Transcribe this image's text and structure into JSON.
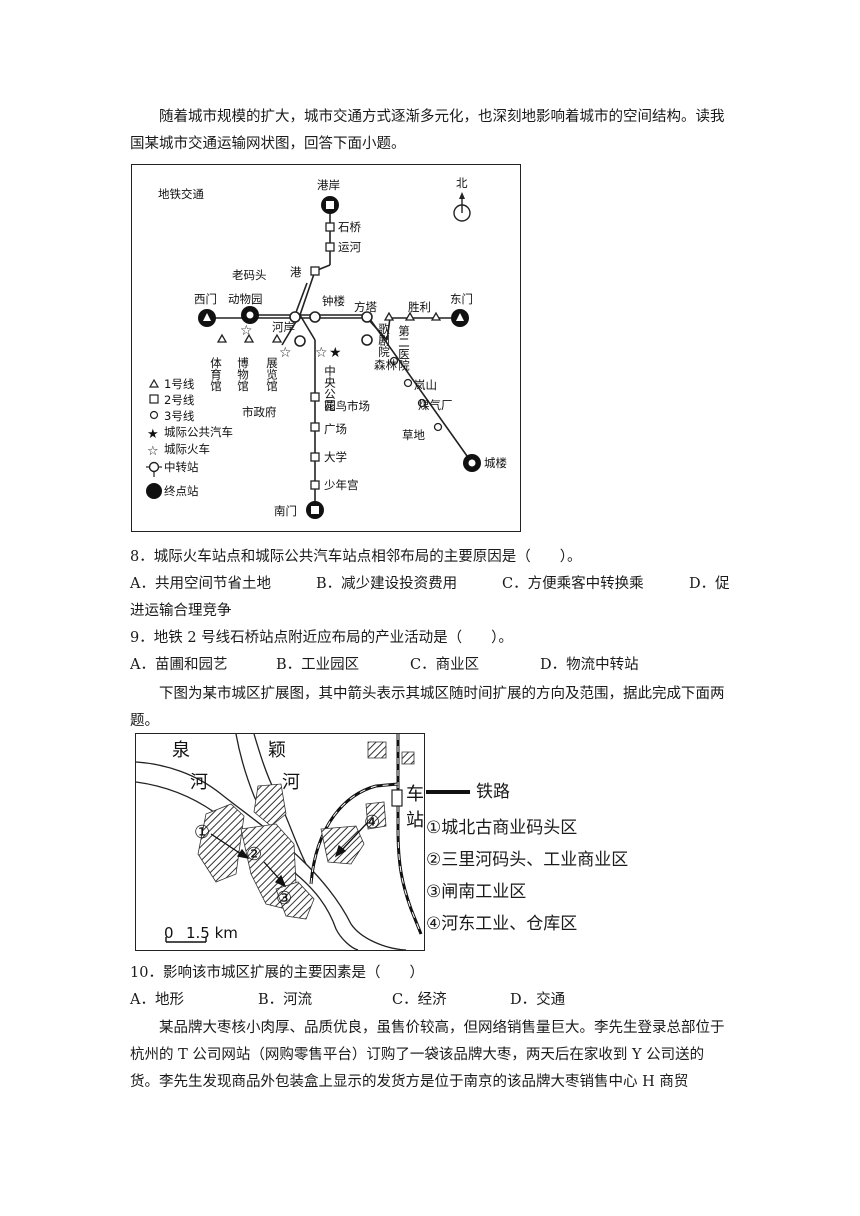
{
  "intro": "随着城市规模的扩大，城市交通方式逐渐多元化，也深刻地影响着城市的空间结构。读我国某城市交通运输网状图，回答下面小题。",
  "map1": {
    "title": "地铁交通",
    "north": "北",
    "stations": {
      "gangan": "港岸",
      "shiqiao": "石桥",
      "yunhe": "运河",
      "gang": "港",
      "laomatou": "老码头",
      "dongwuyuan": "动物园",
      "zhonglou": "钟楼",
      "fangta": "方塔",
      "shengli": "胜利",
      "dongmen": "东门",
      "ximen": "西门",
      "hean": "河岸",
      "tiyuguan": "体育馆",
      "bowuguan": "博物馆",
      "zhanlanguan": "展览馆",
      "zhongyanggongyuan": "中央公园",
      "juyuan": "歌剧院",
      "dierhospital": "第二医院",
      "senlin": "森林",
      "lanshan": "岚山",
      "meiqichang": "煤气厂",
      "caodi": "草地",
      "chenglou": "城楼",
      "shizhengfu": "市政府",
      "huaniaoshichang": "花鸟市场",
      "guangchang": "广场",
      "daxue": "大学",
      "shaoniangong": "少年宫",
      "nanmen": "南门"
    },
    "legend": [
      "1号线",
      "2号线",
      "3号线",
      "城际公共汽车",
      "城际火车",
      "中转站",
      "终点站"
    ]
  },
  "q8": {
    "stem": "8．城际火车站点和城际公共汽车站点相邻布局的主要原因是（　　）。",
    "options": [
      "A．共用空间节省土地",
      "B．减少建设投资费用",
      "C．方便乘客中转换乘",
      "D．促"
    ],
    "wrap": "进运输合理竞争"
  },
  "q9": {
    "stem": "9．地铁 2 号线石桥站点附近应布局的产业活动是（　　）。",
    "options": [
      "A．苗圃和园艺",
      "B．工业园区",
      "C．商业区",
      "D．物流中转站"
    ]
  },
  "intro2": "下图为某市城区扩展图，其中箭头表示其城区随时间扩展的方向及范围，据此完成下面两题。",
  "map2": {
    "river1": [
      "泉",
      "河"
    ],
    "river2": [
      "颖",
      "河"
    ],
    "station": [
      "车",
      "站"
    ],
    "scale_zero": "0",
    "scale_label": "1.5 km",
    "zones": [
      "①",
      "②",
      "③",
      "④"
    ],
    "legend_rail": "铁路",
    "legend": [
      "①城北古商业码头区",
      "②三里河码头、工业商业区",
      "③闸南工业区",
      "④河东工业、仓库区"
    ]
  },
  "q10": {
    "stem": "10．影响该市城区扩展的主要因素是（　　）",
    "options": [
      "A．地形",
      "B．河流",
      "C．经济",
      "D．交通"
    ]
  },
  "tail": "某品牌大枣核小肉厚、品质优良，虽售价较高，但网络销售量巨大。李先生登录总部位于杭州的 T 公司网站（网购零售平台）订购了一袋该品牌大枣，两天后在家收到 Y 公司送的货。李先生发现商品外包装盒上显示的发货方是位于南京的该品牌大枣销售中心 H 商贸"
}
